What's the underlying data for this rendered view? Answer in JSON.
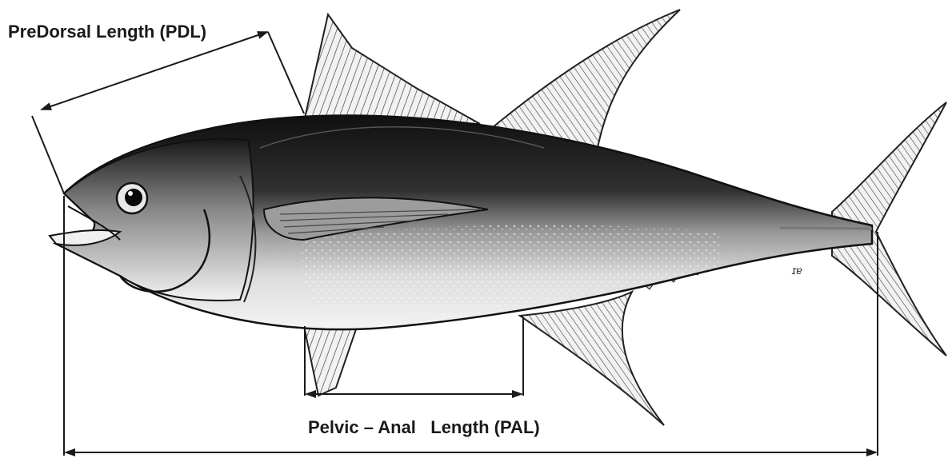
{
  "labels": {
    "predorsal": "PreDorsal Length (PDL)",
    "pelvic_anal": "Pelvic – Anal   Length (PAL)",
    "signature": "ɪɐ"
  },
  "colors": {
    "ink": "#1a1a1a",
    "body_dark": "#141414",
    "body_mid": "#6e6e6e",
    "belly": "#e6e6e6",
    "fin": "#d4d4d4"
  }
}
